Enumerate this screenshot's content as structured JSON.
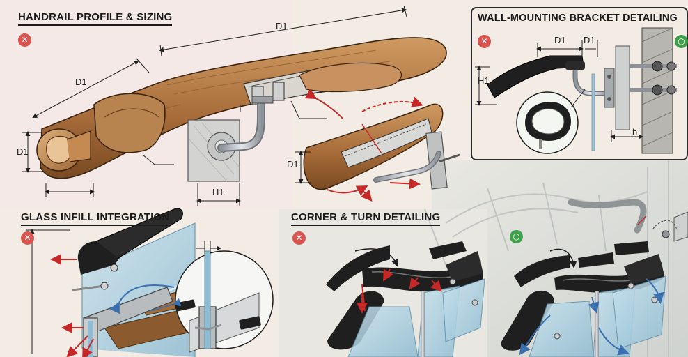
{
  "sections": {
    "profile": {
      "title": "HANDRAIL PROFILE & SIZING",
      "status": "incorrect"
    },
    "bracket": {
      "title": "WALL-MOUNTING BRACKET DETAILING",
      "status": "correct"
    },
    "glass": {
      "title": "GLASS INFILL INTEGRATION",
      "status": "incorrect"
    },
    "corner": {
      "title": "CORNER & TURN DETAILING",
      "status_left": "incorrect",
      "status_right": "correct"
    }
  },
  "dimensions": {
    "profile_length": "D1",
    "profile_diagonal": "D1",
    "profile_height": "D1",
    "bracket_projection": "H1",
    "section_height": "D1",
    "bracket_d1_a": "D1",
    "bracket_d1_b": "D1",
    "bracket_h1": "H1",
    "bracket_h": "h"
  },
  "icons": {
    "incorrect": "cross-mark-icon",
    "correct": "check-ring-icon"
  },
  "colors": {
    "incorrect": "#d9534f",
    "correct": "#3f9f4a",
    "wood": "#b07a45",
    "rail_black": "#1f1f1f",
    "glass": "#9fc6d8",
    "arrow_red": "#c62828",
    "arrow_blue": "#3a6fb0"
  }
}
